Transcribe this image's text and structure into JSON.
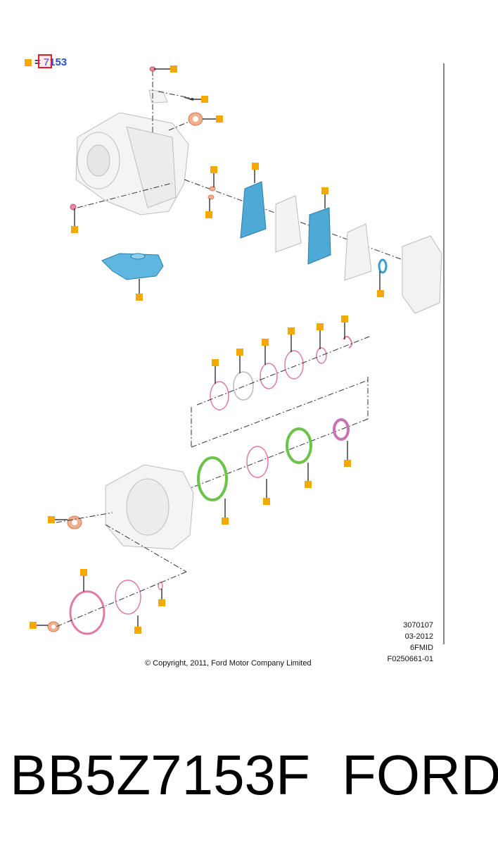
{
  "legend": {
    "equals": "=",
    "part_number": "7153"
  },
  "meta": {
    "code": "3070107",
    "date": "03-2012",
    "model": "6FMID",
    "figure_id": "F0250661-01"
  },
  "copyright": "© Copyright, 2011, Ford Motor Company Limited",
  "caption": {
    "part_number": "BB5Z7153F",
    "brand": "FORD"
  },
  "colors": {
    "callout": "#f5a800",
    "highlight_box": "#e01f26",
    "seal_blue": "#4fa9d6",
    "ring_green": "#6cc24a",
    "ring_pink": "#e27aa8",
    "washer_orange": "#e8a07a"
  }
}
